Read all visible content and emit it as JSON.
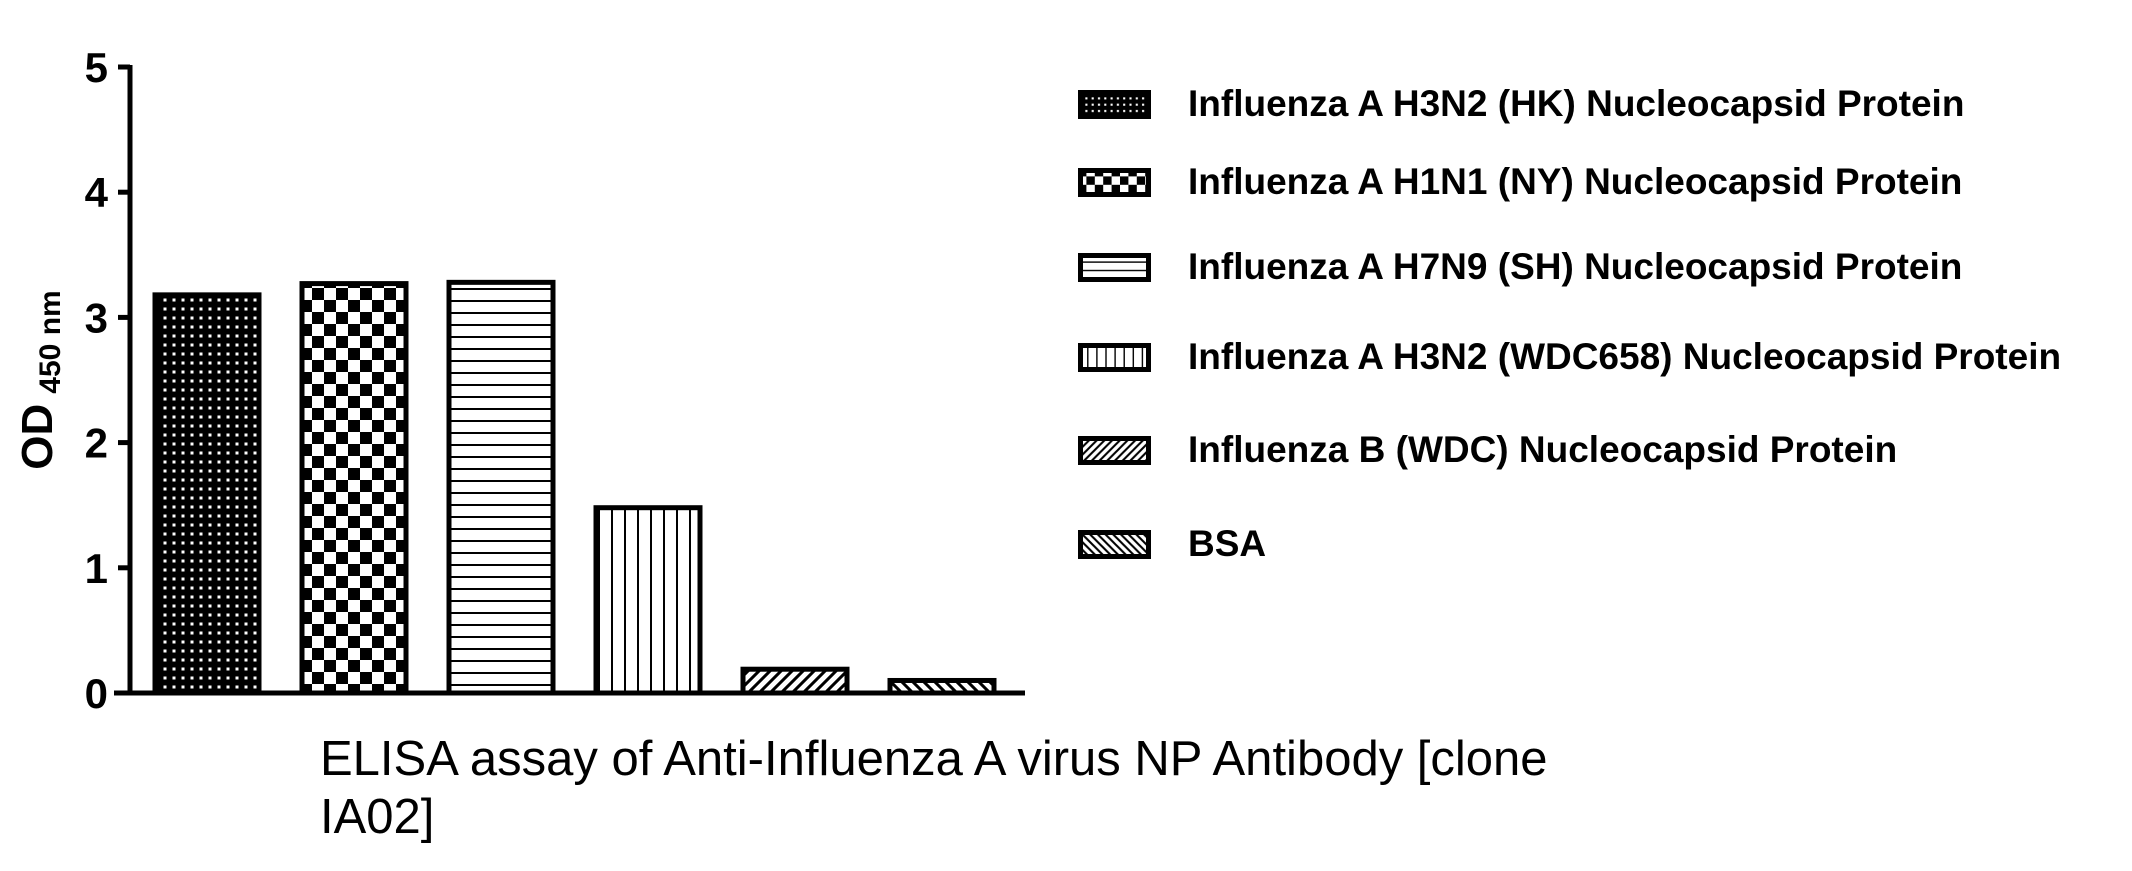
{
  "chart_data": {
    "type": "bar",
    "categories": [
      "Influenza A H3N2 (HK) Nucleocapsid Protein",
      "Influenza A H1N1 (NY) Nucleocapsid Protein",
      "Influenza A H7N9 (SH) Nucleocapsid Protein",
      "Influenza A H3N2 (WDC658) Nucleocapsid Protein",
      "Influenza B (WDC) Nucleocapsid Protein",
      "BSA"
    ],
    "values": [
      3.18,
      3.27,
      3.28,
      1.48,
      0.19,
      0.1
    ],
    "patterns": [
      "dots",
      "checker",
      "hlines",
      "vlines",
      "diag-right",
      "diag-left"
    ],
    "ylabel_main": "OD",
    "ylabel_sub": "450 nm",
    "ylim": [
      0,
      5
    ],
    "yticks": [
      "0",
      "1",
      "2",
      "3",
      "4",
      "5"
    ],
    "grid": false,
    "legend_position": "right",
    "bar_fill": "#000000",
    "background": "#ffffff"
  },
  "caption": "ELISA assay of Anti-Influenza A virus NP Antibody [clone IA02]"
}
